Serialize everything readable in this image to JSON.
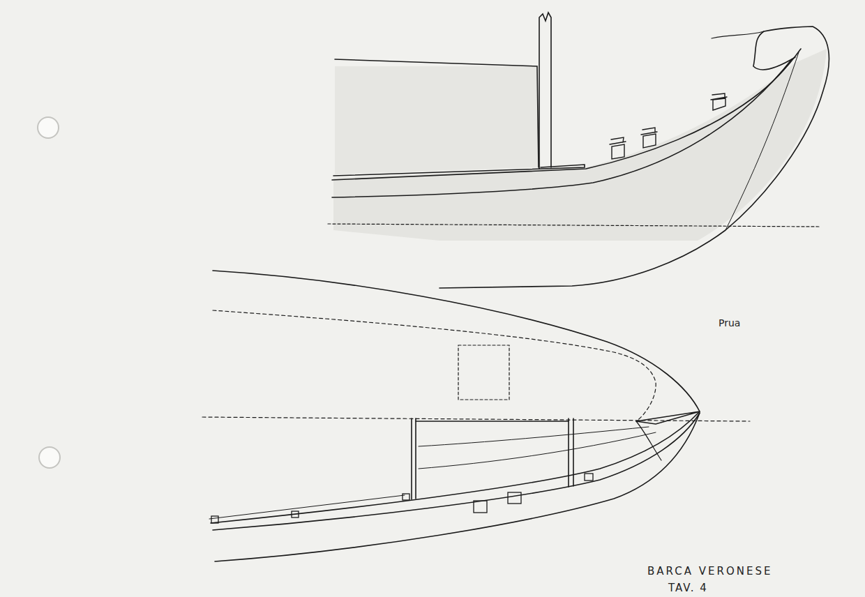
{
  "diagram": {
    "labels": [
      "Prua",
      "BARCA VERONESE",
      "TAV. 4"
    ]
  }
}
